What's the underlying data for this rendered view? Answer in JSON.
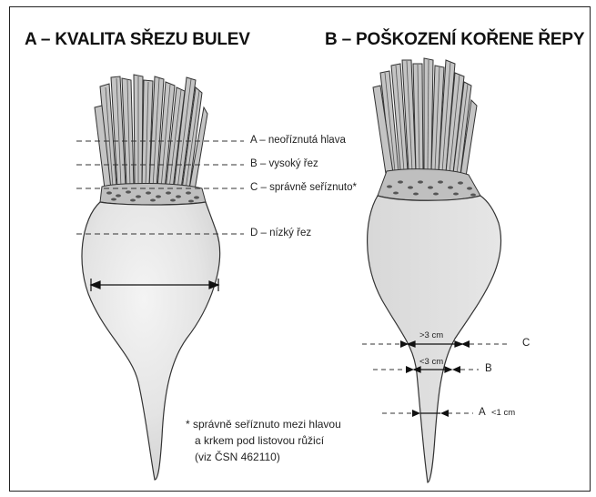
{
  "panel_a": {
    "title": "A – KVALITA SŘEZU BULEV",
    "labels": {
      "a": "A – neoříznutá hlava",
      "b": "B – vysoký řez",
      "c": "C – správně seříznuto*",
      "d": "D – nízký řez"
    },
    "footnote": {
      "line1": "* správně seříznuto mezi hlavou",
      "line2": "a krkem pod listovou růžicí",
      "line3": "(viz ČSN 462110)"
    }
  },
  "panel_b": {
    "title": "B – POŠKOZENÍ KOŘENE ŘEPY",
    "labels": {
      "c_letter": "C",
      "c_measure": ">3 cm",
      "b_letter": "B",
      "b_measure": "<3 cm",
      "a_letter": "A",
      "a_measure": "<1 cm"
    }
  },
  "colors": {
    "root_fill": "#e2e2e2",
    "leaf_fill": "#bdbdbd",
    "outline": "#333333"
  }
}
